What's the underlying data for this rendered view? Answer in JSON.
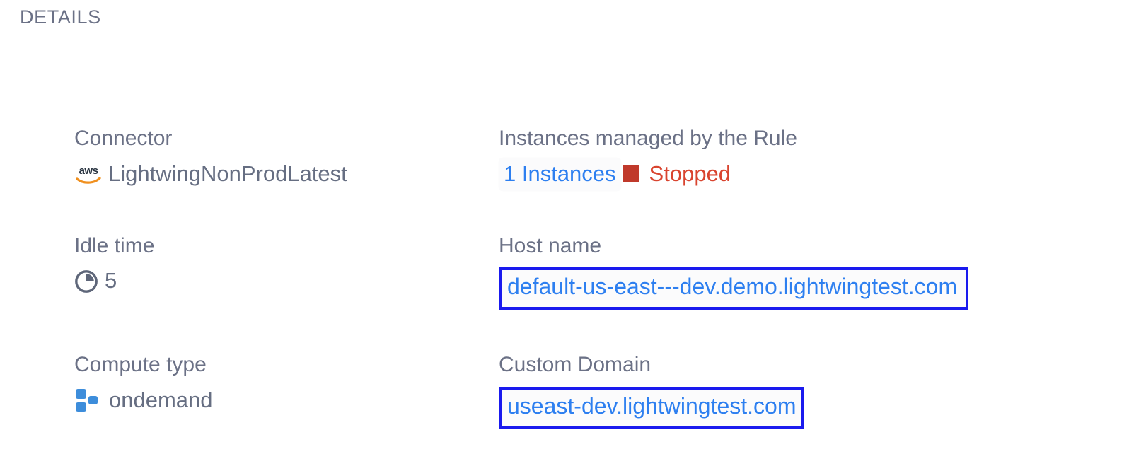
{
  "page": {
    "title": "DETAILS",
    "background_color": "#ffffff"
  },
  "colors": {
    "label_gray": "#6b7186",
    "value_gray": "#666e82",
    "link_blue": "#2d7ff0",
    "highlight_border_blue": "#1a1aee",
    "status_red_square": "#c0392b",
    "status_red_text": "#d9442f",
    "compute_icon_blue": "#3d8ddb",
    "aws_orange": "#f0901f",
    "aws_dark": "#2a3542"
  },
  "details": {
    "rows": [
      {
        "left": {
          "label": "Connector",
          "icon": "aws-logo-icon",
          "value": "LightwingNonProdLatest"
        },
        "right": {
          "label": "Instances managed by the Rule",
          "instances_link": "1 Instances",
          "status_icon": "stopped-square-icon",
          "status_text": "Stopped"
        }
      },
      {
        "left": {
          "label": "Idle time",
          "icon": "clock-icon",
          "value": "5"
        },
        "right": {
          "label": "Host name",
          "value": "default-us-east---dev.demo.lightwingtest.com",
          "highlighted": true
        }
      },
      {
        "left": {
          "label": "Compute type",
          "icon": "compute-squares-icon",
          "value": "ondemand"
        },
        "right": {
          "label": "Custom Domain",
          "value": "useast-dev.lightwingtest.com",
          "highlighted": true
        }
      }
    ]
  }
}
